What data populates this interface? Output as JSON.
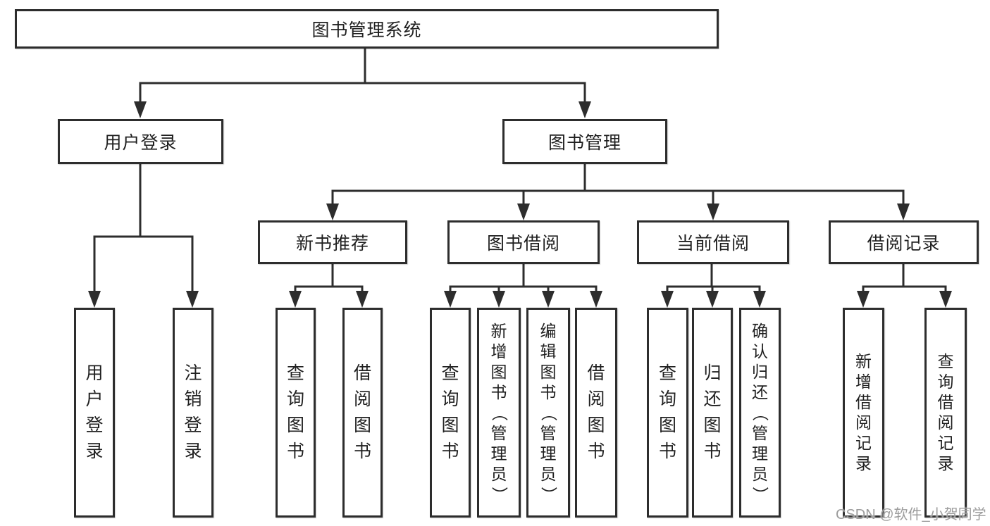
{
  "diagram": {
    "root": {
      "label": "图书管理系统"
    },
    "branches": [
      {
        "label": "用户登录",
        "children": [
          {
            "label": "用户登录"
          },
          {
            "label": "注销登录"
          }
        ]
      },
      {
        "label": "图书管理",
        "children": [
          {
            "label": "新书推荐",
            "children": [
              {
                "label": "查询图书"
              },
              {
                "label": "借阅图书"
              }
            ]
          },
          {
            "label": "图书借阅",
            "children": [
              {
                "label": "查询图书"
              },
              {
                "label": "新增图书（管理员）"
              },
              {
                "label": "编辑图书（管理员）"
              },
              {
                "label": "借阅图书"
              }
            ]
          },
          {
            "label": "当前借阅",
            "children": [
              {
                "label": "查询图书"
              },
              {
                "label": "归还图书"
              },
              {
                "label": "确认归还（管理员）"
              }
            ]
          },
          {
            "label": "借阅记录",
            "children": [
              {
                "label": "新增借阅记录"
              },
              {
                "label": "查询借阅记录"
              }
            ]
          }
        ]
      }
    ]
  },
  "watermark": {
    "text": "CSDN @软件_小贺同学"
  },
  "colors": {
    "line": "#2d2d2d",
    "text": "#1f1f1f",
    "background": "#ffffff",
    "watermark": "#9c9c9c"
  }
}
